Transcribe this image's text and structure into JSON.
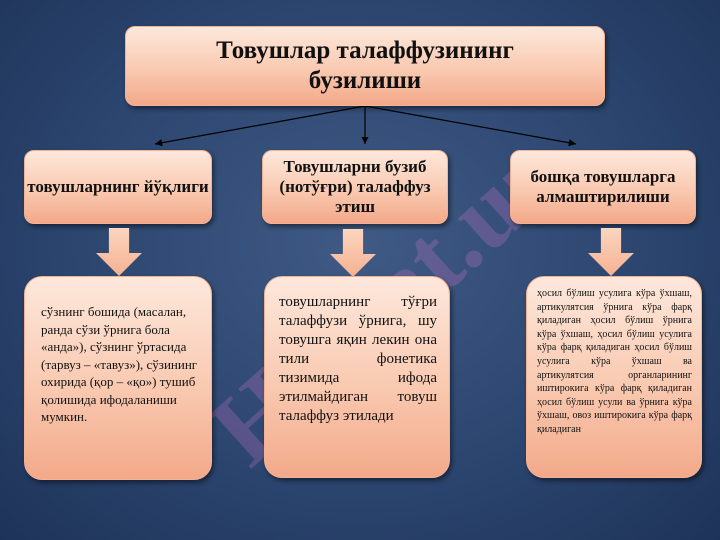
{
  "title": "Товушлар талаффузининг бузилиши",
  "categories": [
    "товушларнинг йўқлиги",
    "Товушларни бузиб (нотўғри) талаффуз этиш",
    "бошқа товушларга алмаштирилиши"
  ],
  "descriptions": [
    "сўзнинг бошида (масалан, ранда сўзи ўрнига бола «анда»), сўзнинг ўртасида (тарвуз – «тавуз»), сўзининг охирида (қор – «қо») тушиб қолишида ифодаланиши мумкин.",
    "товушларнинг тўғри талаффузи ўрнига, шу товушга яқин лекин она тили фонетика тизимида ифода этилмайдиган товуш талаффуз этилади",
    "ҳосил бўлиш усулига кўра ўхшаш, артикулятсия ўрнига кўра фарқ қиладиган ҳосил бўлиш ўрнига кўра ўхшаш, ҳосил бўлиш усулига кўра фарқ қиладиган ҳосил бўлиш усулига кўра ўхшаш ва артикулятсия органларининг иштирокига кўра фарқ қиладиган ҳосил бўлиш усули ва ўрнига кўра ўхшаш, овоз иштирокига кўра фарқ қиладиган"
  ],
  "watermark": "Hujjat.uz",
  "colors": {
    "background": "#2c4670",
    "box_fill": "#f9c9b0",
    "arrow_fill": "#f6b191",
    "connector": "#000000"
  }
}
